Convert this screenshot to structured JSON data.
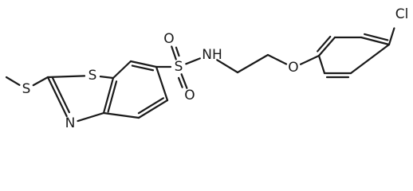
{
  "molecule": {
    "atoms": {
      "S_thiazole": "S",
      "N_thiazole": "N",
      "S_methylthio": "S",
      "S_sulfonyl": "S",
      "O_sulfonyl_top": "O",
      "O_sulfonyl_bottom": "O",
      "NH": "NH",
      "O_ether": "O",
      "Cl": "Cl"
    }
  }
}
